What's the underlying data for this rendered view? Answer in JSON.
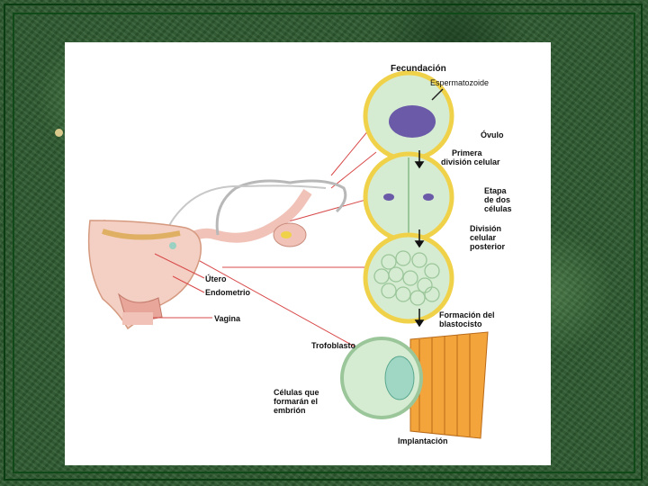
{
  "labels": {
    "fecundacion": "Fecundación",
    "espermatozoide": "Espermatozoide",
    "ovulo": "Óvulo",
    "primera_1": "Primera",
    "primera_2": "división celular",
    "etapa_1": "Etapa",
    "etapa_2": "de dos",
    "etapa_3": "células",
    "division_1": "División",
    "division_2": "celular",
    "division_3": "posterior",
    "formacion_1": "Formación del",
    "formacion_2": "blastocisto",
    "trofoblasto": "Trofoblasto",
    "celulas_1": "Células que",
    "celulas_2": "formarán el",
    "celulas_3": "embrión",
    "implantacion": "Implantación",
    "utero": "Útero",
    "endometrio": "Endometrio",
    "vagina": "Vagina"
  },
  "colors": {
    "cell_fill": "#d6ecd2",
    "cell_border": "#f0d24a",
    "nucleus": "#6a5aa8",
    "tissue": "#f3a43a",
    "uterus": "#f0c2b8",
    "leader": "#d84a4a"
  }
}
